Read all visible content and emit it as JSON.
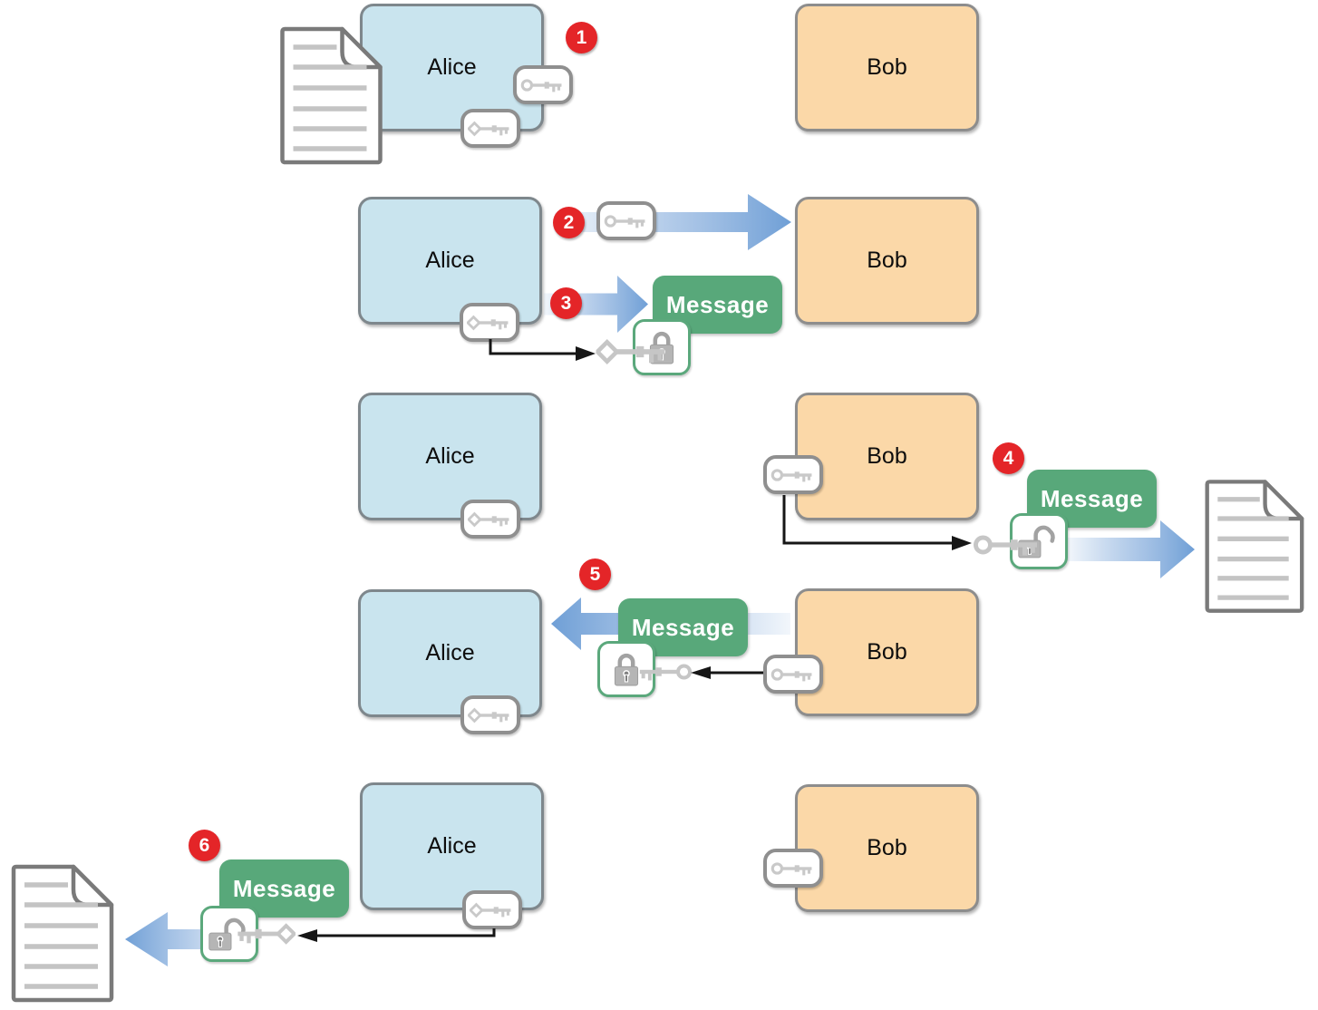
{
  "diagram": {
    "description": "Public-key cryptography flow between two parties",
    "actors": {
      "alice_label": "Alice",
      "bob_label": "Bob"
    },
    "message_label": "Message",
    "steps": [
      {
        "badge": "1"
      },
      {
        "badge": "2"
      },
      {
        "badge": "3"
      },
      {
        "badge": "4"
      },
      {
        "badge": "5"
      },
      {
        "badge": "6"
      }
    ],
    "icons": {
      "public_key": "round-head key",
      "private_key": "diamond-head key",
      "padlock_locked": "closed padlock",
      "padlock_unlocked": "open padlock",
      "document": "page with folded corner and text lines"
    },
    "colors": {
      "alice_fill": "#C9E4EE",
      "bob_fill": "#FBD8A8",
      "message_green": "#58A87A",
      "badge_red": "#E42528",
      "arrow_blue": "#6F9FD6",
      "lock_border_green": "#5BA87C",
      "key_gray": "#C8C8C8",
      "box_border_gray": "#84898D"
    }
  }
}
